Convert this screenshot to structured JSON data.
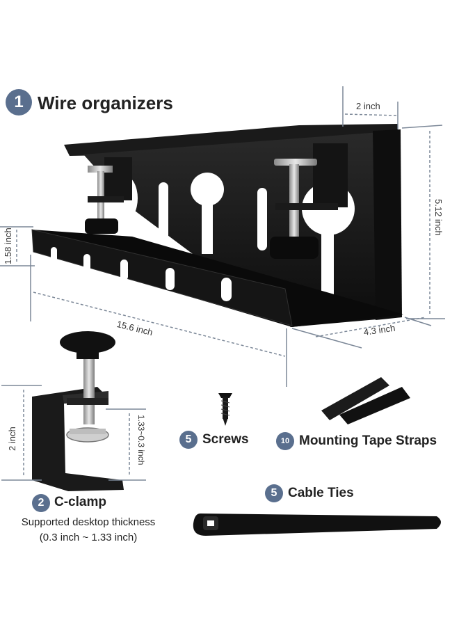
{
  "colors": {
    "badge": "#5a6f8e",
    "metal": "#121212",
    "dimension_line": "#7b8797"
  },
  "main_item": {
    "number": "1",
    "title": "Wire organizers"
  },
  "dimensions": {
    "depth_top": "2 inch",
    "height_back": "5.12 inch",
    "front_height": "1.58 inch",
    "length": "15.6 inch",
    "depth_bottom": "4.3 inch"
  },
  "clamp": {
    "number": "2",
    "title": "C-clamp",
    "height": "2 inch",
    "range": "1.33~0.3 inch",
    "caption_line1": "Supported desktop thickness",
    "caption_line2": "(0.3 inch ~ 1.33 inch)"
  },
  "screws": {
    "number": "5",
    "title": "Screws"
  },
  "tape": {
    "number": "10",
    "title": "Mounting Tape Straps"
  },
  "ties": {
    "number": "5",
    "title": "Cable Ties"
  }
}
